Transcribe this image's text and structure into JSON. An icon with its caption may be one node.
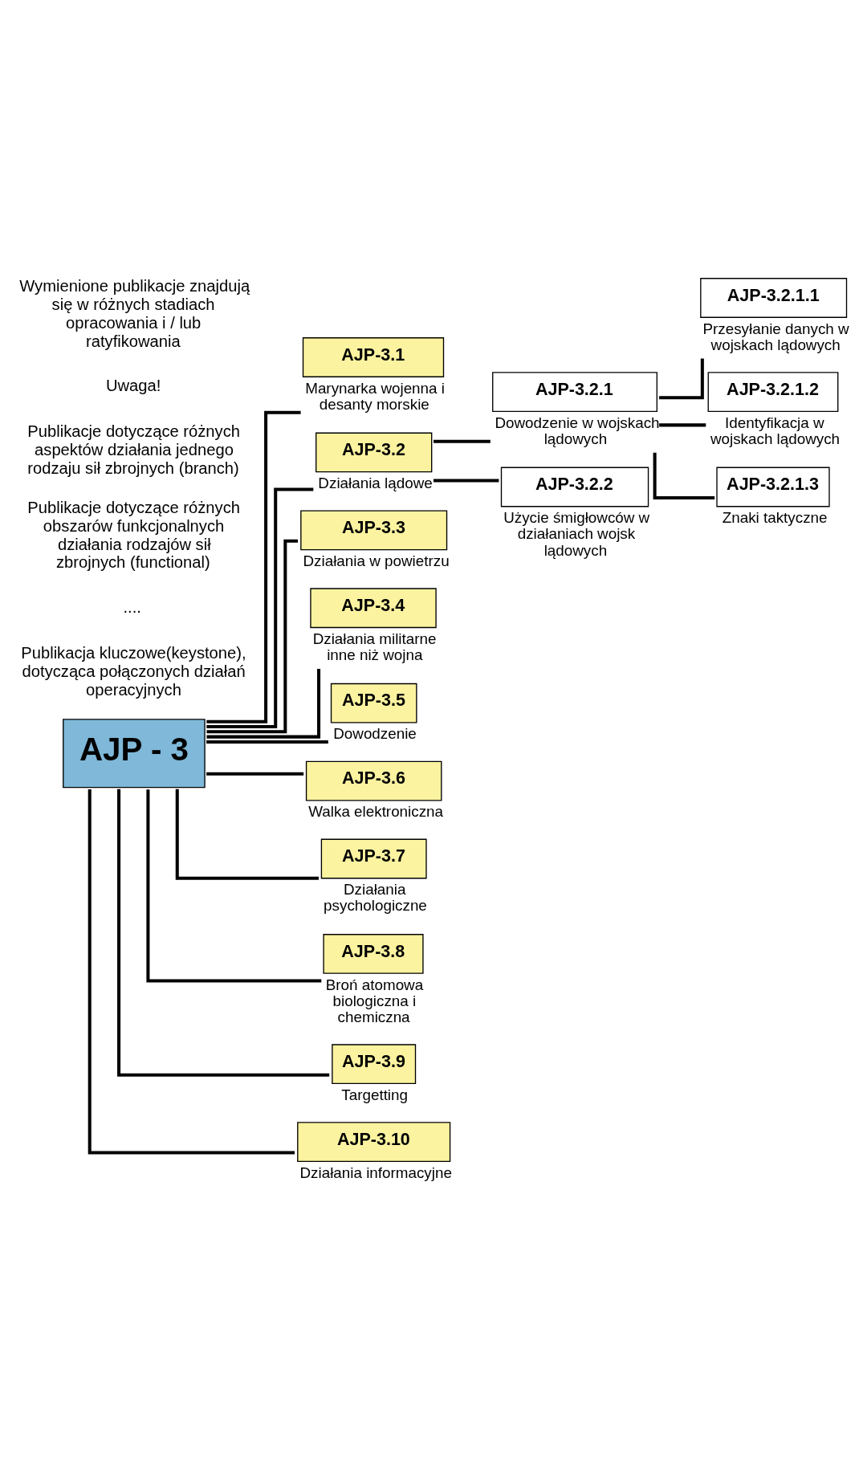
{
  "diagram": {
    "nodes": [
      {
        "text": [
          "AJP - 3"
        ]
      },
      {
        "text": [
          "AJP-3.1"
        ],
        "beside": [
          "Marynarka wojenna i desanty morskie"
        ]
      },
      {
        "text": [
          "AJP-3.2"
        ],
        "beside": [
          "Działania lądowe"
        ]
      },
      {
        "text": [
          "AJP-3.3"
        ],
        "beside": [
          "Działania w powietrzu"
        ]
      },
      {
        "text": [
          "AJP-3.4"
        ],
        "beside": [
          "Działania militarne inne niż wojna"
        ]
      },
      {
        "text": [
          "AJP-3.5"
        ],
        "beside": [
          "Dowodzenie"
        ]
      },
      {
        "text": [
          "AJP-3.6"
        ],
        "beside": [
          "Walka elektroniczna"
        ]
      },
      {
        "text": [
          "AJP-3.7"
        ],
        "beside": [
          "Działania psychologiczne"
        ]
      },
      {
        "text": [
          "AJP-3.8"
        ],
        "beside": [
          "Broń atomowa biologiczna i chemiczna"
        ]
      },
      {
        "text": [
          "AJP-3.9"
        ],
        "beside": [
          "Targetting"
        ]
      },
      {
        "text": [
          "AJP-3.10"
        ],
        "beside": [
          "Działania informacyjne"
        ]
      },
      {
        "text": [
          "AJP-3.2.1"
        ],
        "beside": [
          "Dowodzenie w wojskach lądowych"
        ]
      },
      {
        "text": [
          "AJP-3.2.2"
        ],
        "beside": [
          "Użycie śmigłowców w działaniach wojsk lądowych"
        ]
      },
      {
        "text": [
          "AJP-3.2.1.1"
        ],
        "beside": [
          "Przesyłanie danych w wojskach lądowych"
        ]
      },
      {
        "text": [
          "AJP-3.2.1.2"
        ],
        "beside": [
          "Identyfikacja w wojskach lądowych"
        ]
      },
      {
        "text": [
          "AJP-3.2.1.3"
        ],
        "beside": [
          "Znaki taktyczne"
        ]
      }
    ],
    "edges": [
      {
        "from": 0,
        "to": 1,
        "arrow": "none"
      },
      {
        "from": 0,
        "to": 2,
        "arrow": "none"
      },
      {
        "from": 0,
        "to": 3,
        "arrow": "none"
      },
      {
        "from": 0,
        "to": 4,
        "arrow": "none"
      },
      {
        "from": 0,
        "to": 5,
        "arrow": "none"
      },
      {
        "from": 0,
        "to": 6,
        "arrow": "none"
      },
      {
        "from": 0,
        "to": 7,
        "arrow": "none"
      },
      {
        "from": 0,
        "to": 8,
        "arrow": "none"
      },
      {
        "from": 0,
        "to": 9,
        "arrow": "none"
      },
      {
        "from": 0,
        "to": 10,
        "arrow": "none"
      },
      {
        "from": 2,
        "to": 11,
        "arrow": "none"
      },
      {
        "from": 2,
        "to": 12,
        "arrow": "none"
      },
      {
        "from": 11,
        "to": 13,
        "arrow": "none"
      },
      {
        "from": 11,
        "to": 14,
        "arrow": "none"
      },
      {
        "from": 11,
        "to": 15,
        "arrow": "none"
      }
    ],
    "labels": [
      "Publikacja kluczowe(keystone), dotycząca połączonych działań operacyjnych",
      "....",
      "Publikacje dotyczące różnych obszarów funkcjonalnych działania rodzajów sił zbrojnych (functional)",
      "Publikacje dotyczące różnych aspektów działania jednego rodzaju sił zbrojnych (branch)",
      "Uwaga!",
      "Wymienione publikacje znajdują się w różnych stadiach opracowania i / lub ratyfikowania"
    ]
  }
}
